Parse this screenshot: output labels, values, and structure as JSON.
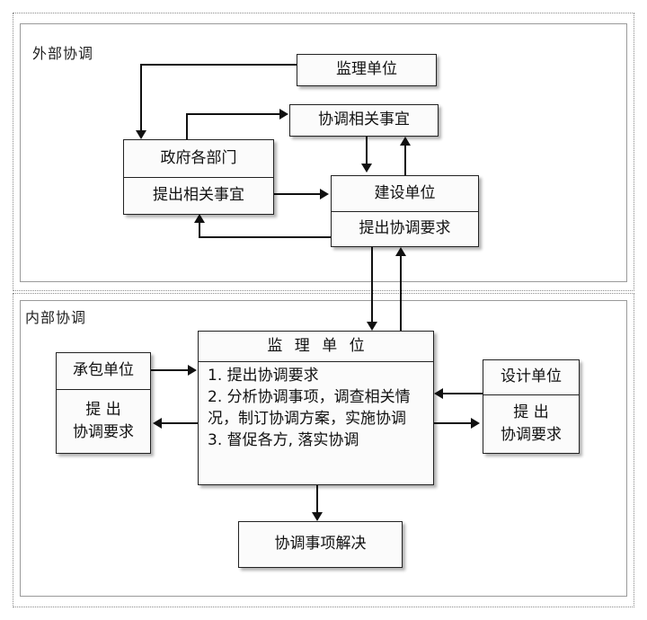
{
  "diagram": {
    "title_external": "外部协调",
    "title_internal": "内部协调",
    "regions": [
      {
        "name": "external",
        "label": "外部协调"
      },
      {
        "name": "internal",
        "label": "内部协调"
      }
    ],
    "external": {
      "supervision_unit": {
        "title": "监理单位"
      },
      "coordination_matters": {
        "title": "协调相关事宜"
      },
      "government_departments": {
        "title": "政府各部门",
        "sub": "提出相关事宜"
      },
      "construction_unit": {
        "title": "建设单位",
        "sub": "提出协调要求"
      }
    },
    "internal": {
      "contractor_unit": {
        "title": "承包单位",
        "sub_line1": "提 出",
        "sub_line2": "协调要求"
      },
      "design_unit": {
        "title": "设计单位",
        "sub_line1": "提 出",
        "sub_line2": "协调要求"
      },
      "supervision_unit": {
        "title": "监 理 单 位",
        "items": [
          "1. 提出协调要求",
          "2. 分析协调事项，调查相关情况，制订协调方案，实施协调",
          "3. 督促各方, 落实协调"
        ]
      },
      "resolution": {
        "title": "协调事项解决"
      }
    },
    "colors": {
      "line": "#111111",
      "box_border": "#222222",
      "box_fill": "#fbfbfb",
      "region_border": "#8a8a8a",
      "page_background": "#ffffff"
    }
  }
}
